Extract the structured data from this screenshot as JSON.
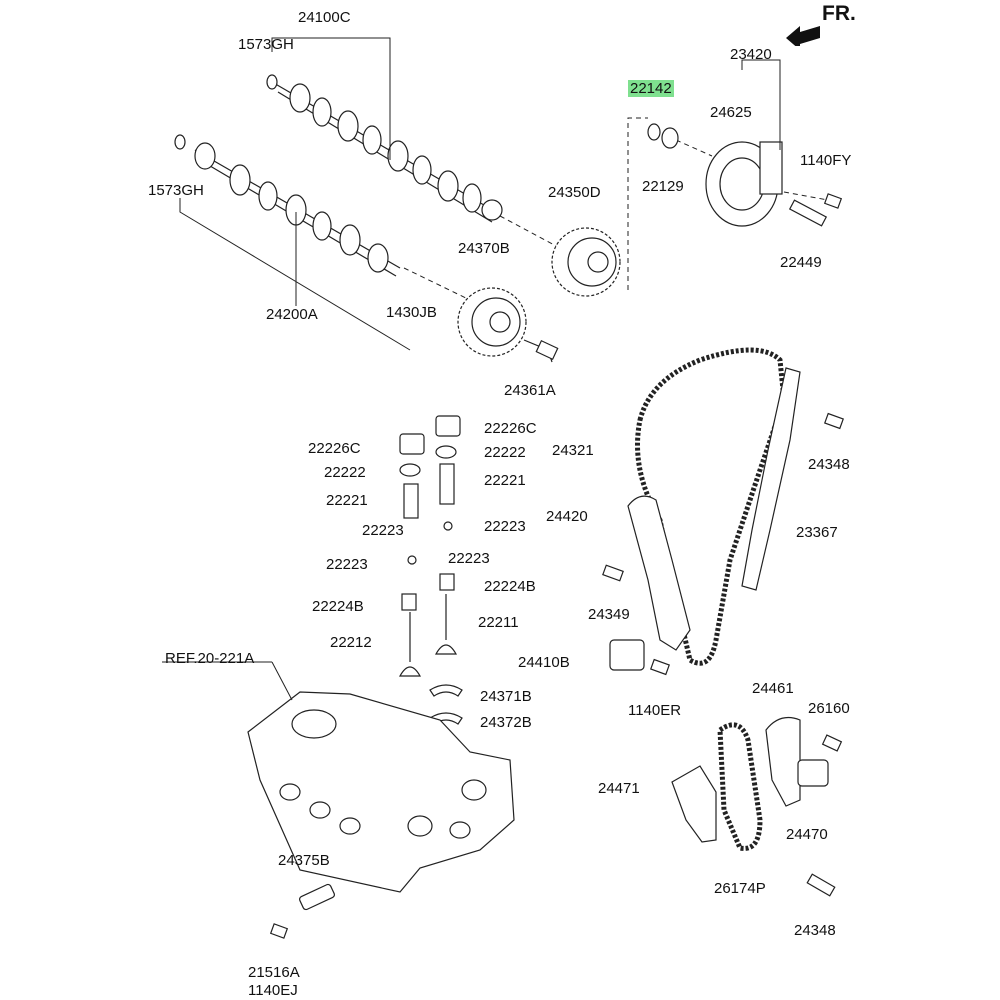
{
  "direction_label": "FR.",
  "reference_label": "REF.20-221A",
  "highlighted_part": "22142",
  "labels": {
    "p24100C": "24100C",
    "p1573GH_a": "1573GH",
    "p1573GH_b": "1573GH",
    "p24200A": "24200A",
    "p1430JB": "1430JB",
    "p24370B": "24370B",
    "p24361A": "24361A",
    "p24350D": "24350D",
    "p22142": "22142",
    "p22129": "22129",
    "p23420": "23420",
    "p24625": "24625",
    "p1140FY": "1140FY",
    "p22449": "22449",
    "p22226C_a": "22226C",
    "p22226C_b": "22226C",
    "p22222_a": "22222",
    "p22222_b": "22222",
    "p22221_a": "22221",
    "p22221_b": "22221",
    "p22223_a": "22223",
    "p22223_b": "22223",
    "p22223_c": "22223",
    "p22223_d": "22223",
    "p22224B_a": "22224B",
    "p22224B_b": "22224B",
    "p22212": "22212",
    "p22211": "22211",
    "p24321": "24321",
    "p24348_a": "24348",
    "p24420": "24420",
    "p23367": "23367",
    "p24349": "24349",
    "p24410B": "24410B",
    "p1140ER": "1140ER",
    "p24371B": "24371B",
    "p24372B": "24372B",
    "p24461": "24461",
    "p26160": "26160",
    "p24471": "24471",
    "p24470": "24470",
    "p26174P": "26174P",
    "p24348_b": "24348",
    "p24375B": "24375B",
    "p21516A": "21516A",
    "p1140EJ": "1140EJ"
  }
}
